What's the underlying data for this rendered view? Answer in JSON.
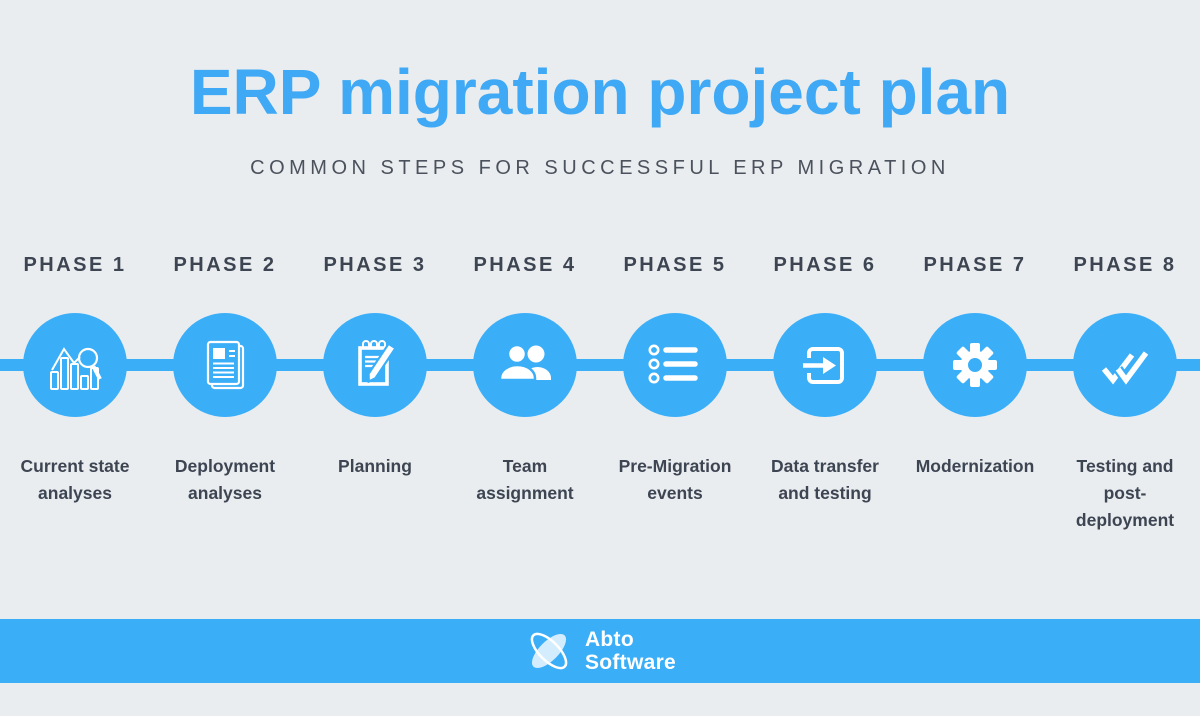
{
  "colors": {
    "accent": "#3BAEF8",
    "titleblue": "#40A9F5",
    "dark": "#3E4552",
    "subtitle": "#4C525D",
    "background": "#E9EDF0"
  },
  "header": {
    "title": "ERP migration project plan",
    "subtitle": "COMMON STEPS FOR SUCCESSFUL ERP MIGRATION"
  },
  "timeline": {
    "phases": [
      {
        "phase": "PHASE 1",
        "label": "Current state\nanalyses",
        "icon": "bar-chart-magnifier-icon"
      },
      {
        "phase": "PHASE 2",
        "label": "Deployment\nanalyses",
        "icon": "documents-icon"
      },
      {
        "phase": "PHASE 3",
        "label": "Planning",
        "icon": "notepad-pencil-icon"
      },
      {
        "phase": "PHASE 4",
        "label": "Team\nassignment",
        "icon": "team-icon"
      },
      {
        "phase": "PHASE 5",
        "label": "Pre-Migration\nevents",
        "icon": "checklist-icon"
      },
      {
        "phase": "PHASE 6",
        "label": "Data transfer\nand testing",
        "icon": "data-transfer-icon"
      },
      {
        "phase": "PHASE 7",
        "label": "Modernization",
        "icon": "gear-icon"
      },
      {
        "phase": "PHASE 8",
        "label": "Testing and\npost-\ndeployment",
        "icon": "double-check-icon"
      }
    ]
  },
  "footer": {
    "logo_line1": "Abto",
    "logo_line2": "Software"
  }
}
